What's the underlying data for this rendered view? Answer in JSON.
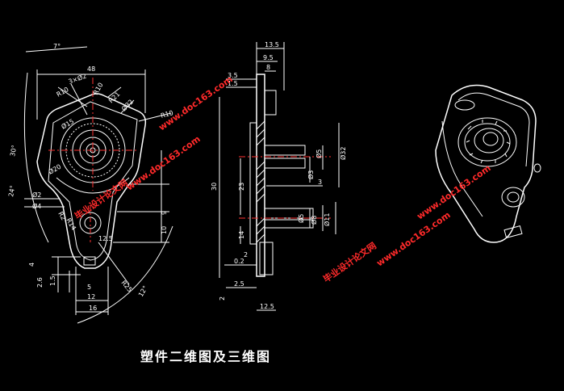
{
  "caption": "塑件二维图及三维图",
  "front_view_dims": [
    "7°",
    "48",
    "3×Ø2",
    "R10",
    "R10",
    "R21",
    "Ø32",
    "R10",
    "Ø15",
    "Ø20",
    "30°",
    "24°",
    "Ø2",
    "Ø4",
    "R2",
    "R14",
    "9",
    "10",
    "12.5",
    "R25",
    "4",
    "2.6",
    "1.5",
    "5",
    "12",
    "16",
    "12°"
  ],
  "side_view_dims": [
    "13.5",
    "9.5",
    "8",
    "3.5",
    "1.5",
    "Ø32",
    "Ø5",
    "Ø3",
    "3",
    "23",
    "30",
    "Ø5",
    "Ø8",
    "Ø11",
    "14",
    "2",
    "0.2",
    "2.5",
    "12.5",
    "2"
  ],
  "watermarks": {
    "url": "www.doc163.com",
    "site": "毕业设计论文网"
  },
  "colors": {
    "background": "#000000",
    "lines": "#ffffff",
    "dimension": "#e8d000",
    "watermark": "#ff2a2a",
    "center": "#ff3030"
  }
}
